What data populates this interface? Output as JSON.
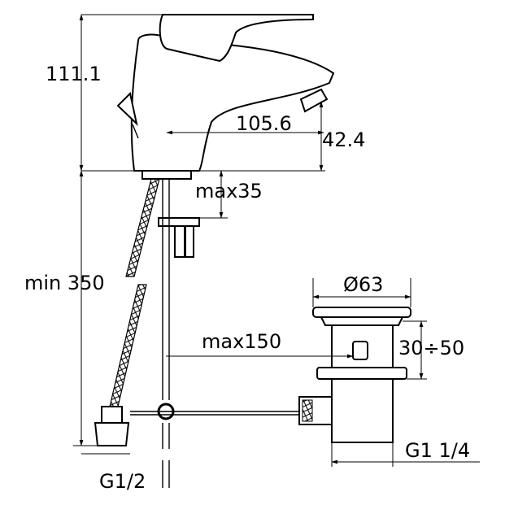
{
  "dimensions": {
    "height_tap": "111.1",
    "spout_reach": "105.6",
    "spout_height": "42.4",
    "deck_thickness": "max35",
    "hose_length": "min 350",
    "drain_cap_diameter": "Ø63",
    "rod_length": "max150",
    "drain_adjust_range": "30÷50",
    "hose_thread": "G1/2",
    "drain_thread": "G1 1/4"
  }
}
